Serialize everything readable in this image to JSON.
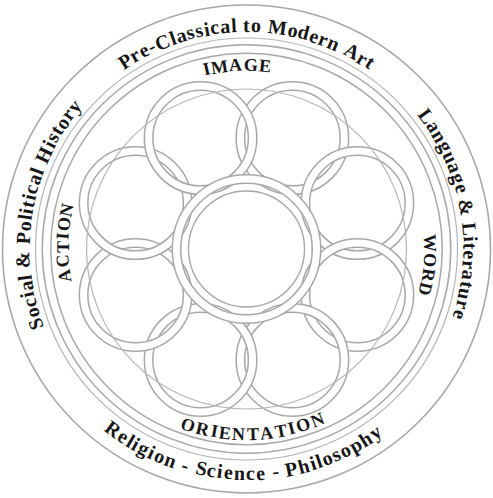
{
  "diagram": {
    "labels": [
      "Pre-Classical to Modern Art",
      "IMAGE",
      "Language & Literature",
      "WORD",
      "Religion - Science - Philosophy",
      "ORIENTATION",
      "Social & Political History",
      "ACTION"
    ]
  }
}
